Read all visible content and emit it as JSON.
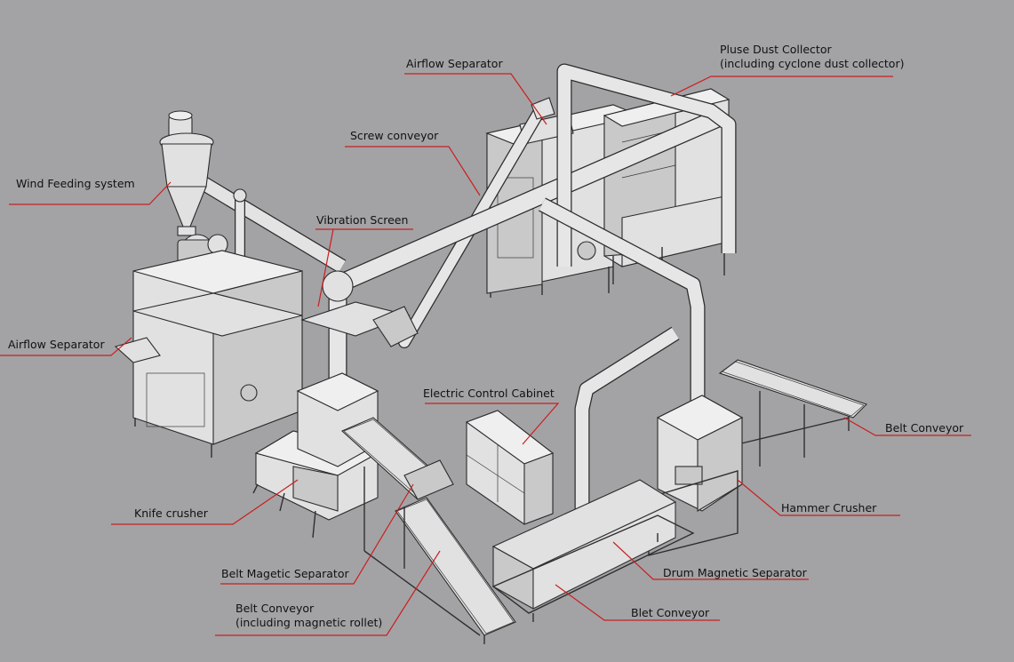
{
  "labels": {
    "airflow_separator_top": "Airflow Separator",
    "pulse_dust_collector": "Pluse Dust Collector",
    "pulse_dust_collector_sub": "(including cyclone dust collector)",
    "screw_conveyor": "Screw conveyor",
    "wind_feeding_system": "Wind Feeding system",
    "vibration_screen": "Vibration Screen",
    "airflow_separator_left": "Airflow Separator",
    "electric_control_cabinet": "Electric Control Cabinet",
    "belt_conveyor_right": "Belt Conveyor",
    "knife_crusher": "Knife crusher",
    "hammer_crusher": "Hammer Crusher",
    "belt_magnetic_separator": "Belt Magetic Separator",
    "drum_magnetic_separator": "Drum Magnetic Separator",
    "belt_conveyor_bottom": "Belt Conveyor",
    "belt_conveyor_bottom_sub": "(including magnetic rollet)",
    "blet_conveyor": "Blet Conveyor"
  },
  "colors": {
    "background": "#a3a3a6",
    "leader_line": "#cc1e1e",
    "machine_fill": "#e1e1e1",
    "outline": "#2b2b2b"
  }
}
